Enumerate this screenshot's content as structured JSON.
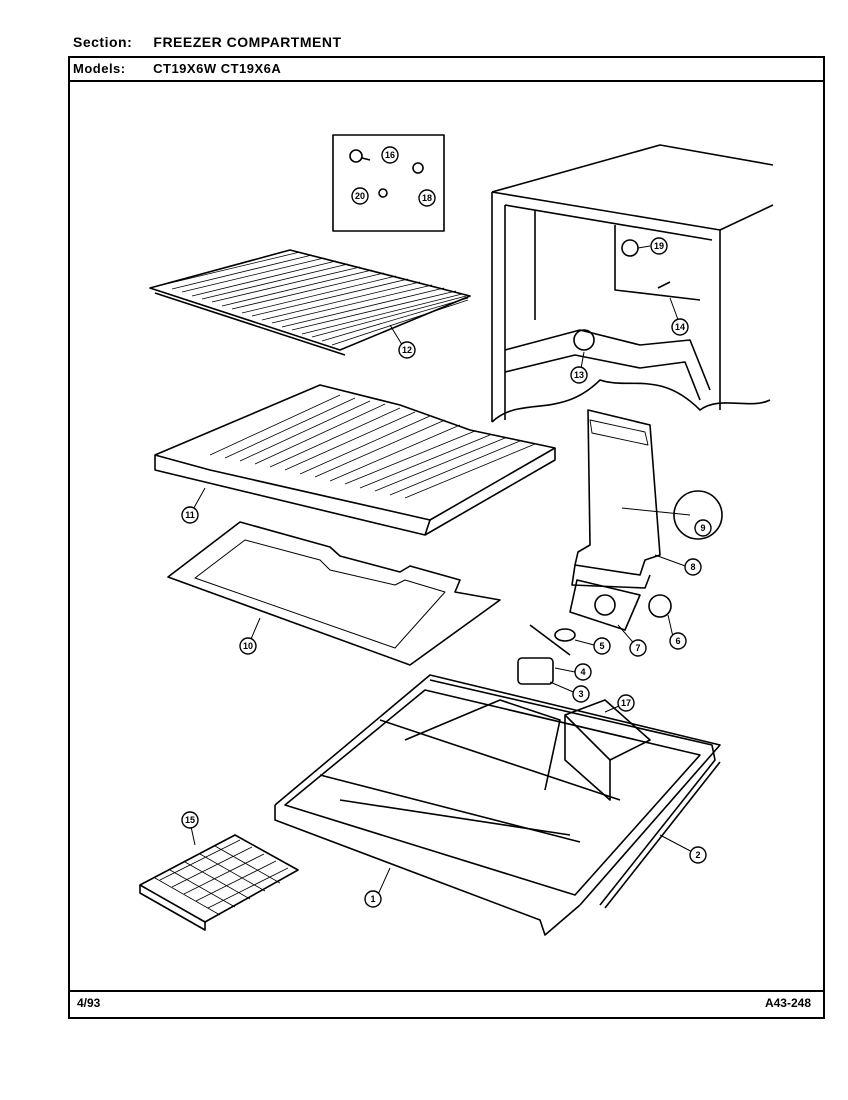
{
  "header": {
    "section_label": "Section:",
    "section_value": "FREEZER COMPARTMENT",
    "models_label": "Models:",
    "models_value": "CT19X6W CT19X6A"
  },
  "footer": {
    "date": "4/93",
    "code": "A43-248"
  },
  "callouts": [
    "1",
    "2",
    "3",
    "4",
    "5",
    "6",
    "7",
    "8",
    "9",
    "10",
    "11",
    "12",
    "13",
    "14",
    "15",
    "16",
    "17",
    "18",
    "19",
    "20"
  ]
}
